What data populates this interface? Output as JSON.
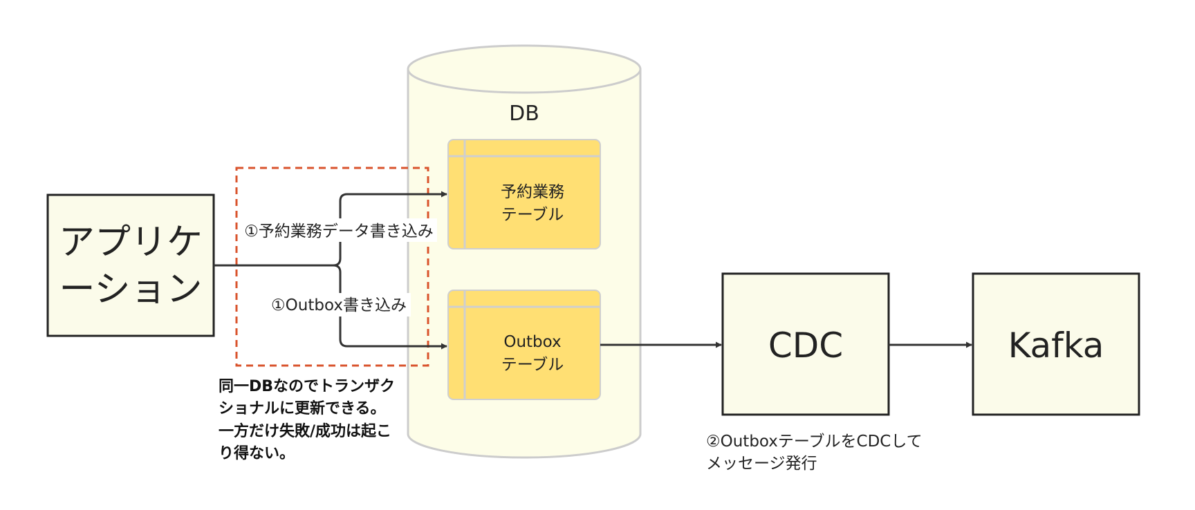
{
  "nodes": {
    "application": {
      "label_line1": "アプリケ",
      "label_line2": "ーション"
    },
    "db": {
      "label": "DB"
    },
    "reservation_table": {
      "label_line1": "予約業務",
      "label_line2": "テーブル"
    },
    "outbox_table": {
      "label_line1": "Outbox",
      "label_line2": "テーブル"
    },
    "cdc": {
      "label": "CDC"
    },
    "kafka": {
      "label": "Kafka"
    }
  },
  "edges": {
    "write_reservation": {
      "label": "①予約業務データ書き込み"
    },
    "write_outbox": {
      "label": "①Outbox書き込み"
    },
    "cdc_publish": {
      "label_line1": "②OutboxテーブルをCDCして",
      "label_line2": "メッセージ発行"
    }
  },
  "transaction_note": {
    "line1": "同一DBなのでトランザク",
    "line2": "ショナルに更新できる。",
    "line3": "一方だけ失敗/成功は起こ",
    "line4": "り得ない。"
  },
  "colors": {
    "box_fill": "#fbfbea",
    "db_fill": "#fdfde8",
    "table_fill": "#ffdf73",
    "transaction_border": "#d9532c",
    "line": "#333333"
  }
}
